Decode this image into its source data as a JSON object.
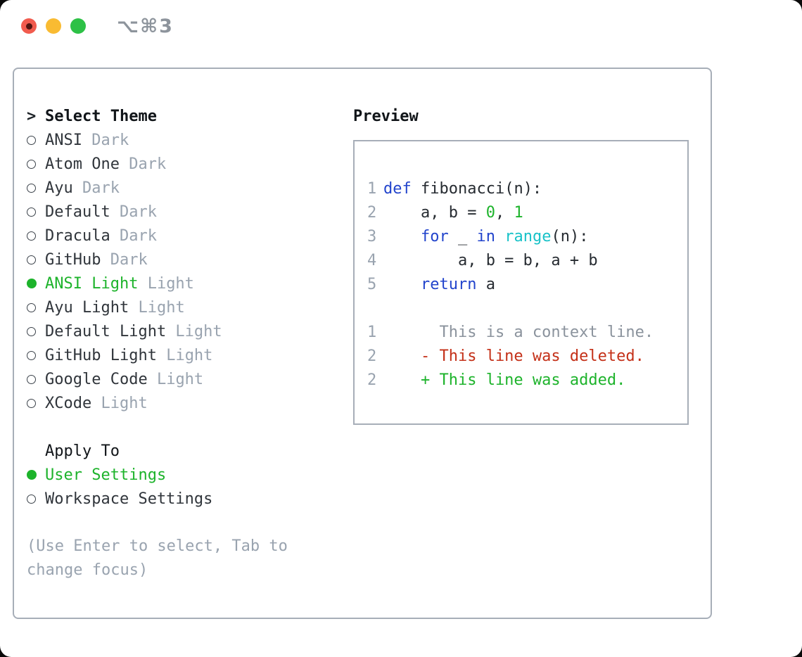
{
  "window": {
    "title": "⌥⌘3",
    "traffic_lights": {
      "close": "close-button",
      "minimize": "minimize-button",
      "zoom": "zoom-button"
    }
  },
  "colors": {
    "accent_green": "#1db32b",
    "syntax_keyword_blue": "#2244cc",
    "syntax_builtin_cyan": "#19c2c8",
    "syntax_number_green": "#1db32b",
    "diff_removed_red": "#c43018",
    "muted_gray": "#99a3af",
    "text_dark": "#262b31",
    "panel_border": "#a7aeb8",
    "traffic_red": "#f15b4e",
    "traffic_yellow": "#f9bb32",
    "traffic_green": "#2dc146"
  },
  "theme_panel": {
    "header": {
      "prompt": ">",
      "label": "Select Theme"
    },
    "themes": [
      {
        "name": "ANSI",
        "tag": "Dark",
        "selected": false
      },
      {
        "name": "Atom One",
        "tag": "Dark",
        "selected": false
      },
      {
        "name": "Ayu",
        "tag": "Dark",
        "selected": false
      },
      {
        "name": "Default",
        "tag": "Dark",
        "selected": false
      },
      {
        "name": "Dracula",
        "tag": "Dark",
        "selected": false
      },
      {
        "name": "GitHub",
        "tag": "Dark",
        "selected": false
      },
      {
        "name": "ANSI Light",
        "tag": "Light",
        "selected": true
      },
      {
        "name": "Ayu Light",
        "tag": "Light",
        "selected": false
      },
      {
        "name": "Default Light",
        "tag": "Light",
        "selected": false
      },
      {
        "name": "GitHub Light",
        "tag": "Light",
        "selected": false
      },
      {
        "name": "Google Code",
        "tag": "Light",
        "selected": false
      },
      {
        "name": "XCode",
        "tag": "Light",
        "selected": false
      }
    ],
    "apply_to": {
      "label": "Apply To",
      "options": [
        {
          "name": "User Settings",
          "selected": true
        },
        {
          "name": "Workspace Settings",
          "selected": false
        }
      ]
    },
    "help_text": "(Use Enter to select, Tab to change focus)"
  },
  "preview": {
    "label": "Preview",
    "lines": [
      {
        "num": "1",
        "tokens": [
          [
            "def",
            "kw"
          ],
          [
            " fibonacci(n):",
            "fg"
          ]
        ]
      },
      {
        "num": "2",
        "tokens": [
          [
            "    a, b = ",
            "fg"
          ],
          [
            "0",
            "num"
          ],
          [
            ", ",
            "fg"
          ],
          [
            "1",
            "num"
          ]
        ]
      },
      {
        "num": "3",
        "tokens": [
          [
            "    ",
            "fg"
          ],
          [
            "for",
            "kw"
          ],
          [
            " _ ",
            "fg"
          ],
          [
            "in",
            "kw"
          ],
          [
            " ",
            "fg"
          ],
          [
            "range",
            "builtin"
          ],
          [
            "(n):",
            "fg"
          ]
        ]
      },
      {
        "num": "4",
        "tokens": [
          [
            "        a, b = b, a + b",
            "fg"
          ]
        ]
      },
      {
        "num": "5",
        "tokens": [
          [
            "    ",
            "fg"
          ],
          [
            "return",
            "kw"
          ],
          [
            " a",
            "fg"
          ]
        ]
      },
      {
        "num": "",
        "tokens": []
      },
      {
        "num": "1",
        "tokens": [
          [
            "      This is a context line.",
            "context"
          ]
        ]
      },
      {
        "num": "2",
        "tokens": [
          [
            "    - This line was deleted.",
            "removed"
          ]
        ]
      },
      {
        "num": "2",
        "tokens": [
          [
            "    + This line was added.",
            "added"
          ]
        ]
      }
    ]
  }
}
